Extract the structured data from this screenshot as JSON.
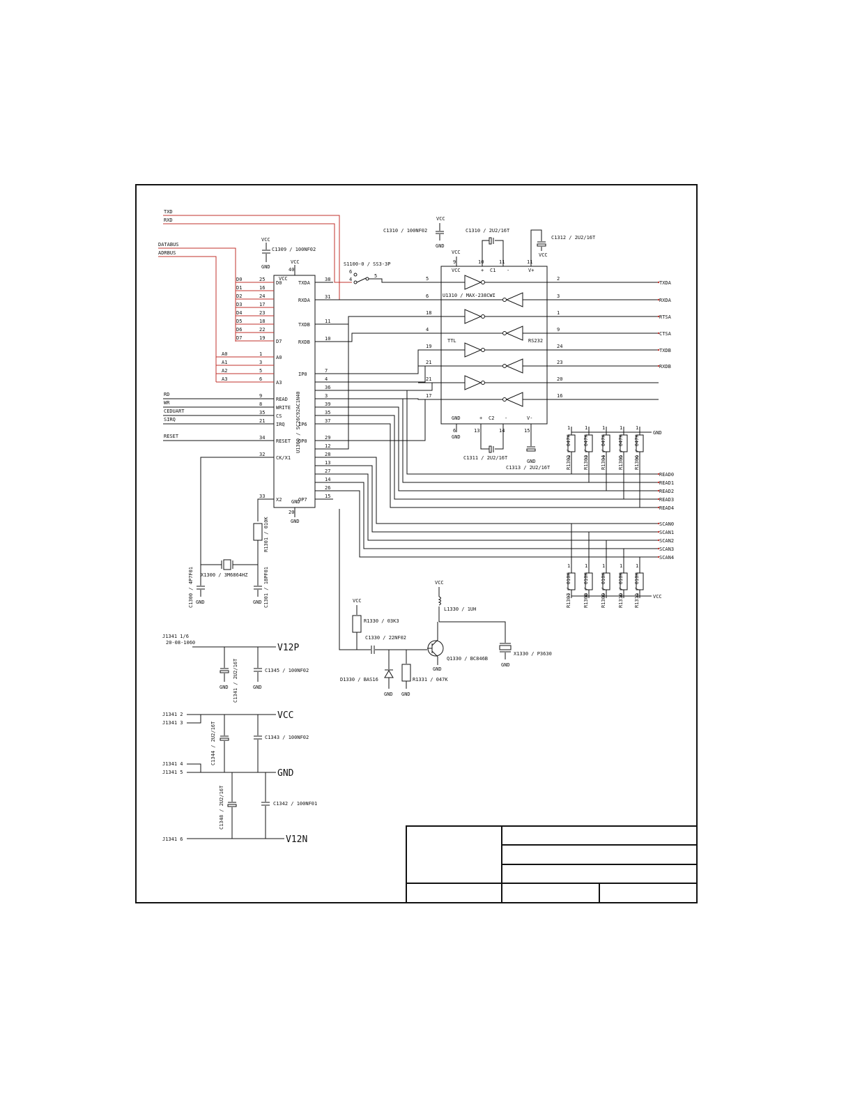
{
  "colors": {
    "wire": "#111111",
    "bus": "#c0312b",
    "background": "#ffffff"
  },
  "top_nets": [
    "TXD",
    "RXD",
    "DATABUS",
    "ADRBUS"
  ],
  "uart": {
    "ref": "U1300 / SC26C92AC1N40",
    "vcc_pin": "40",
    "vcc_label": "VCC",
    "gnd_pin": "20",
    "gnd_label": "GND",
    "left_pins": [
      {
        "num": "25",
        "label": "D0",
        "net": "D0"
      },
      {
        "num": "16",
        "label": "",
        "net": "D1"
      },
      {
        "num": "24",
        "label": "",
        "net": "D2"
      },
      {
        "num": "17",
        "label": "",
        "net": "D3"
      },
      {
        "num": "23",
        "label": "",
        "net": "D4"
      },
      {
        "num": "18",
        "label": "",
        "net": "D5"
      },
      {
        "num": "22",
        "label": "",
        "net": "D6"
      },
      {
        "num": "19",
        "label": "D7",
        "net": "D7"
      },
      {
        "num": "1",
        "label": "A0",
        "net": "A0"
      },
      {
        "num": "3",
        "label": "",
        "net": "A1"
      },
      {
        "num": "5",
        "label": "",
        "net": "A2"
      },
      {
        "num": "6",
        "label": "A3",
        "net": "A3"
      },
      {
        "num": "9",
        "label": "READ",
        "net": "RD"
      },
      {
        "num": "8",
        "label": "WRITE",
        "net": "WR"
      },
      {
        "num": "35",
        "label": "CS",
        "net": "CEDUART"
      },
      {
        "num": "21",
        "label": "IRQ",
        "net": "SIRQ"
      },
      {
        "num": "34",
        "label": "RESET",
        "net": "RESET"
      },
      {
        "num": "32",
        "label": "CK/X1",
        "net": ""
      },
      {
        "num": "33",
        "label": "X2",
        "net": ""
      }
    ],
    "right_pins": [
      {
        "num": "38",
        "label": "TXDA"
      },
      {
        "num": "31",
        "label": "RXDA"
      },
      {
        "num": "11",
        "label": "TXDB"
      },
      {
        "num": "10",
        "label": "RXDB"
      },
      {
        "num": "7",
        "label": "IP0"
      },
      {
        "num": "4",
        "label": ""
      },
      {
        "num": "36",
        "label": ""
      },
      {
        "num": "3",
        "label": ""
      },
      {
        "num": "39",
        "label": ""
      },
      {
        "num": "35",
        "label": ""
      },
      {
        "num": "37",
        "label": "IP6"
      },
      {
        "num": "29",
        "label": "OP0"
      },
      {
        "num": "12",
        "label": ""
      },
      {
        "num": "28",
        "label": ""
      },
      {
        "num": "13",
        "label": ""
      },
      {
        "num": "27",
        "label": ""
      },
      {
        "num": "14",
        "label": ""
      },
      {
        "num": "26",
        "label": ""
      },
      {
        "num": "15",
        "label": "OP7"
      }
    ]
  },
  "max": {
    "ref": "U1310 / MAX-238CWI",
    "ttl": "TTL",
    "rs232": "RS232",
    "top": {
      "vcc": "VCC",
      "c1p": "+",
      "c1": "C1",
      "c1m": "-",
      "vp": "V+"
    },
    "bottom": {
      "gnd": "GND",
      "c2p": "+",
      "c2": "C2",
      "c2m": "-",
      "vm": "V-"
    },
    "pin_top": [
      "9",
      "10",
      "11",
      "11"
    ],
    "pin_bottom": [
      "6",
      "13",
      "14",
      "15"
    ],
    "left_pins": [
      "5",
      "6",
      "18",
      "4",
      "19",
      "21",
      "21",
      "17"
    ],
    "right_pins": [
      "2",
      "3",
      "1",
      "9",
      "24",
      "23",
      "20",
      "16"
    ],
    "outputs": [
      "TXDA",
      "RXDA",
      "RTSA",
      "CTSA",
      "TXDB",
      "RXDB"
    ]
  },
  "switch": {
    "ref": "S1100-0 / SS3-3P",
    "pins": [
      "6",
      "4",
      "5"
    ]
  },
  "caps_top": [
    {
      "ref": "C1309 / 100NF02",
      "vcc": "VCC",
      "gnd": "GND"
    },
    {
      "ref": "C1310 / 100NF02",
      "vcc": "VCC",
      "gnd": "GND"
    },
    {
      "ref": "C1310 / 2U2/16T"
    },
    {
      "ref": "C1312 / 2U2/16T",
      "vcc": "VCC"
    },
    {
      "ref": "C1311 / 2U2/16T"
    },
    {
      "ref": "C1313 / 2U2/16T",
      "gnd": "GND"
    }
  ],
  "max_vcc": "VCC",
  "max_gnd": "GND",
  "read_nets": [
    "READ0",
    "READ1",
    "READ2",
    "READ3",
    "READ4"
  ],
  "scan_nets": [
    "SCAN0",
    "SCAN1",
    "SCAN2",
    "SCAN3",
    "SCAN4"
  ],
  "rn_top": {
    "refs": [
      "R1302 / 047K",
      "R1303 / 047K",
      "R1304 / 047K",
      "R1305 / 047K",
      "R1306 / 047K"
    ],
    "rail": "GND"
  },
  "rn_bottom": {
    "refs": [
      "R1307 / 010K",
      "R1308 / 010K",
      "R1309 / 010K",
      "R1310 / 010K",
      "R1311 / 010K"
    ],
    "rail": "VCC"
  },
  "osc": {
    "r": "R1301 / 010K",
    "x": "X1300 / 3M6864HZ",
    "c1": "C1300 / 4P7F01",
    "c2": "C1301 / 18PF01",
    "gnd": "GND"
  },
  "buzzer": {
    "vcc": "VCC",
    "r": "R1330 / 03K3",
    "c": "C1330 / 22NF02",
    "d": "D1330 / BAS16",
    "r2": "R1331 / 047K",
    "l": "L1330 / 1UH",
    "q": "Q1330 / BC846B",
    "x": "X1330 / P3630",
    "gnd": "GND"
  },
  "power": {
    "j1": "J1341 1/6",
    "j1_sub": "20-08-1060",
    "v12p": "V12P",
    "vcc": "VCC",
    "gnd": "GND",
    "v12n": "V12N",
    "j2": "J1341 2",
    "j3": "J1341 3",
    "j4": "J1341 4",
    "j5": "J1341 5",
    "j6": "J1341 6",
    "c1341": "C1341 / 2U2/16T",
    "c1345": "C1345 / 100NF02",
    "c1344": "C1344 / 2U2/16T",
    "c1343": "C1343 / 100NF02",
    "c1348": "C1348 / 2U2/16T",
    "c1342": "C1342 / 100NF01"
  }
}
